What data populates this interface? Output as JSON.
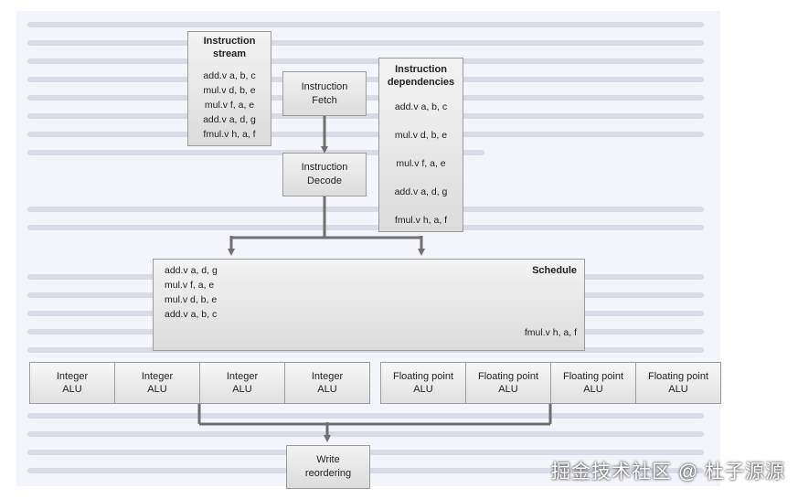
{
  "diagram": {
    "instruction_stream": {
      "title_line1": "Instruction",
      "title_line2": "stream",
      "instructions": [
        "add.v a, b, c",
        "mul.v d, b, e",
        "mul.v f, a, e",
        "add.v a, d, g",
        "fmul.v h, a, f"
      ]
    },
    "fetch": {
      "line1": "Instruction",
      "line2": "Fetch"
    },
    "decode": {
      "line1": "Instruction",
      "line2": "Decode"
    },
    "dependencies": {
      "title_line1": "Instruction",
      "title_line2": "dependencies",
      "instructions": [
        "add.v a, b, c",
        "mul.v d, b, e",
        "mul.v f, a, e",
        "add.v a, d, g",
        "fmul.v h, a, f"
      ]
    },
    "schedule": {
      "title": "Schedule",
      "instructions": [
        "add.v a, d, g",
        "mul.v f, a, e",
        "mul.v d, b, e",
        "add.v a, b, c"
      ],
      "pending": "fmul.v h, a, f"
    },
    "integer_alus": [
      {
        "line1": "Integer",
        "line2": "ALU"
      },
      {
        "line1": "Integer",
        "line2": "ALU"
      },
      {
        "line1": "Integer",
        "line2": "ALU"
      },
      {
        "line1": "Integer",
        "line2": "ALU"
      }
    ],
    "float_alus": [
      {
        "line1": "Floating point",
        "line2": "ALU"
      },
      {
        "line1": "Floating point",
        "line2": "ALU"
      },
      {
        "line1": "Floating point",
        "line2": "ALU"
      },
      {
        "line1": "Floating point",
        "line2": "ALU"
      }
    ],
    "write": {
      "line1": "Write",
      "line2": "reordering"
    },
    "arrow_color": "#6f6f6f"
  },
  "watermark": "掘金技术社区 @ 杜子源源"
}
